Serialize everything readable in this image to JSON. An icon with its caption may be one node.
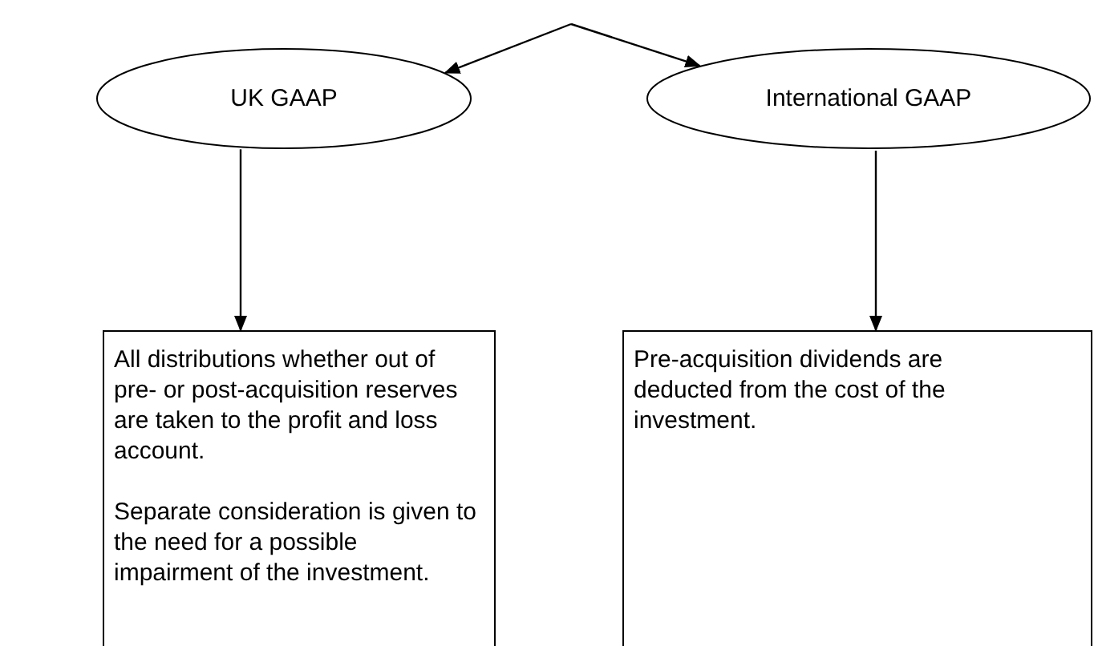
{
  "diagram": {
    "nodes": [
      {
        "text": [
          "UK GAAP"
        ]
      },
      {
        "text": [
          "International GAAP"
        ]
      },
      {
        "text": [
          "All distributions whether out of pre- or post-acquisition reserves are taken to the profit and loss account.",
          "Separate consideration is given to the need for a possible impairment of the investment."
        ]
      },
      {
        "text": [
          "Pre-acquisition dividends are deducted from the cost of the investment."
        ]
      }
    ],
    "edges": [
      {
        "from": null,
        "to": 0,
        "arrow": "to"
      },
      {
        "from": null,
        "to": 1,
        "arrow": "to"
      },
      {
        "from": 0,
        "to": 2,
        "arrow": "to"
      },
      {
        "from": 1,
        "to": 3,
        "arrow": "to"
      }
    ]
  }
}
